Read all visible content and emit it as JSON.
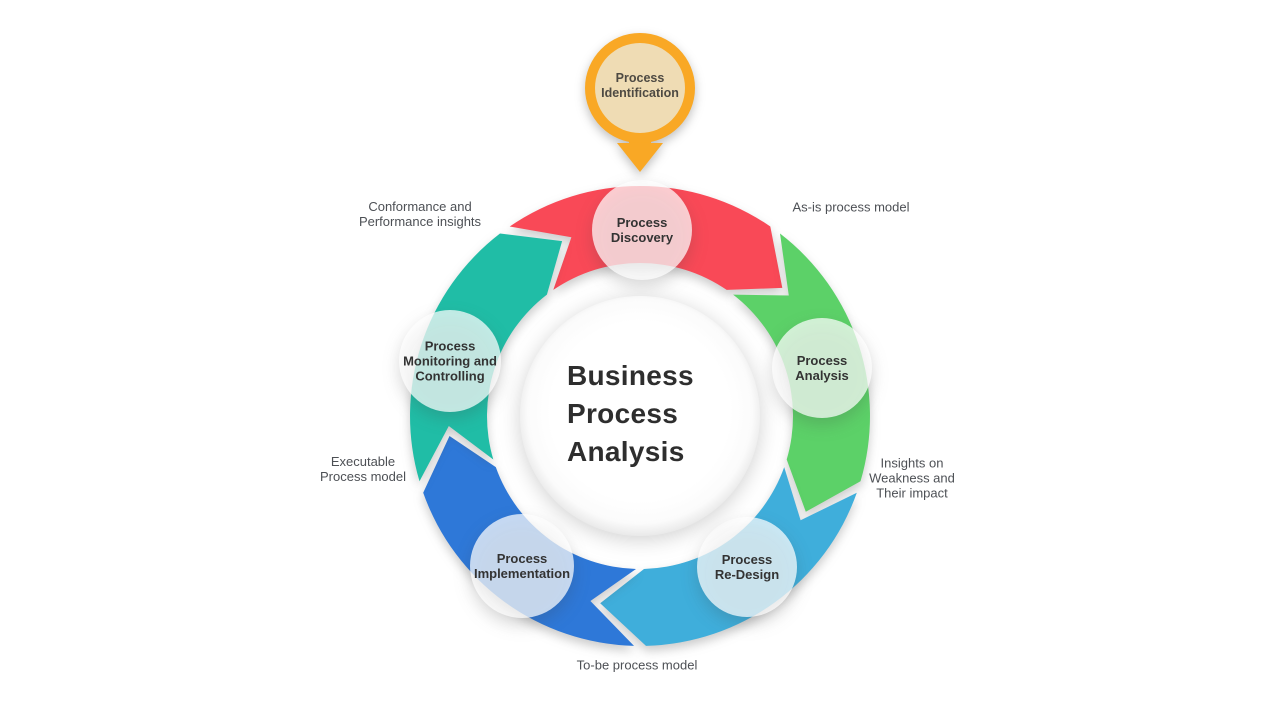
{
  "diagram": {
    "center_title": "Business\nProcess\nAnalysis",
    "entry_node": {
      "label": "Process\nIdentification",
      "ring_color": "#F9A825",
      "inner_color": "#EFDCB4",
      "arrow_color": "#F9A825"
    },
    "node_overlay_color": "rgba(255,255,255,0.72)",
    "steps": [
      {
        "label": "Process\nDiscovery",
        "arc_color": "#F94957"
      },
      {
        "label": "Process\nAnalysis",
        "arc_color": "#5CD168"
      },
      {
        "label": "Process\nRe-Design",
        "arc_color": "#3FAEDB"
      },
      {
        "label": "Process\nImplementation",
        "arc_color": "#2E78D8"
      },
      {
        "label": "Process\nMonitoring and\nControlling",
        "arc_color": "#20BDA6"
      }
    ],
    "annotations": [
      {
        "text": "Conformance and\nPerformance insights"
      },
      {
        "text": "As-is process model"
      },
      {
        "text": "Insights on\nWeakness and\nTheir impact"
      },
      {
        "text": "To-be process model"
      },
      {
        "text": "Executable\nProcess model"
      }
    ]
  }
}
